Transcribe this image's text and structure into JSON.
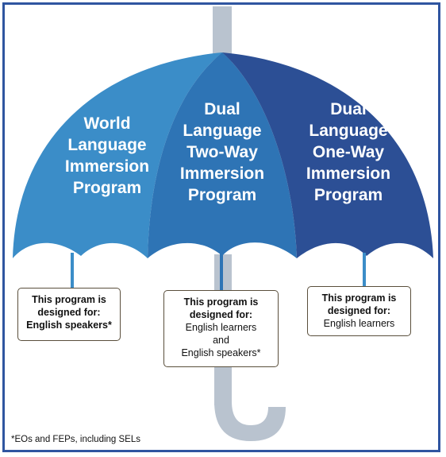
{
  "colors": {
    "frame": "#2f55a0",
    "handle": "#b9c3cf",
    "panel_left": "#3b8dc8",
    "panel_mid": "#2e74b5",
    "panel_right": "#2c4f95",
    "text_on_panel": "#ffffff"
  },
  "panels": [
    {
      "lines": [
        "World",
        "Language",
        "Immersion",
        "Program"
      ]
    },
    {
      "lines": [
        "Dual",
        "Language",
        "Two-Way",
        "Immersion",
        "Program"
      ]
    },
    {
      "lines": [
        "Dual",
        "Language",
        "One-Way",
        "Immersion",
        "Program"
      ]
    }
  ],
  "boxes": [
    {
      "head1": "This program is",
      "head2": "designed for:",
      "lines": [
        "English speakers*"
      ]
    },
    {
      "head1": "This program is",
      "head2": "designed for:",
      "lines": [
        "English learners",
        "and",
        "English speakers*"
      ]
    },
    {
      "head1": "This program is",
      "head2": "designed for:",
      "lines": [
        "English learners"
      ]
    }
  ],
  "footnote": "*EOs and FEPs, including SELs"
}
